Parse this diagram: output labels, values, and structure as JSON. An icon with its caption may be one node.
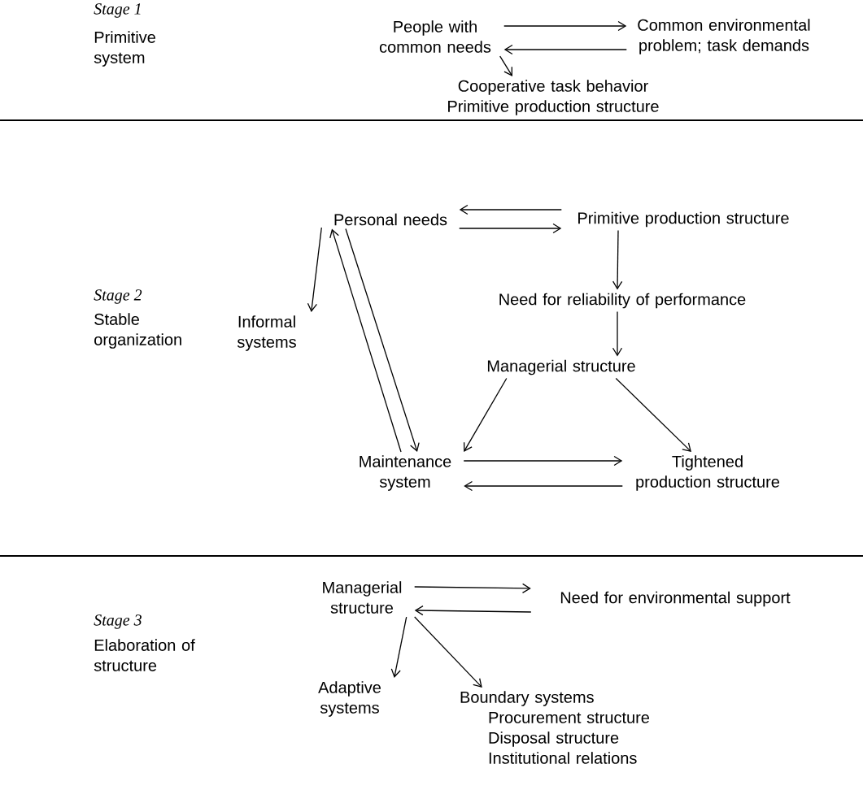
{
  "diagram": {
    "nodes": [
      {
        "text": [
          "People with common needs"
        ]
      },
      {
        "text": [
          "Common environmental problem; task demands"
        ]
      },
      {
        "text": [
          "Cooperative task behavior",
          "Primitive production structure"
        ]
      },
      {
        "text": [
          "Personal needs"
        ]
      },
      {
        "text": [
          "Primitive production structure"
        ]
      },
      {
        "text": [
          "Informal systems"
        ]
      },
      {
        "text": [
          "Need for reliability of performance"
        ]
      },
      {
        "text": [
          "Managerial structure"
        ]
      },
      {
        "text": [
          "Maintenance system"
        ]
      },
      {
        "text": [
          "Tightened production structure"
        ]
      },
      {
        "text": [
          "Managerial structure"
        ]
      },
      {
        "text": [
          "Need for environmental support"
        ]
      },
      {
        "text": [
          "Adaptive systems"
        ]
      },
      {
        "text": [
          "Boundary systems",
          "Procurement structure",
          "Disposal structure",
          "Institutional relations"
        ]
      }
    ],
    "edges": [
      {
        "from": 0,
        "to": 1,
        "arrow": "to"
      },
      {
        "from": 1,
        "to": 0,
        "arrow": "to"
      },
      {
        "from": 0,
        "to": 2,
        "arrow": "to"
      },
      {
        "from": 4,
        "to": 3,
        "arrow": "to"
      },
      {
        "from": 3,
        "to": 4,
        "arrow": "to"
      },
      {
        "from": 3,
        "to": 5,
        "arrow": "to"
      },
      {
        "from": 3,
        "to": 8,
        "arrow": "to"
      },
      {
        "from": 8,
        "to": 3,
        "arrow": "to"
      },
      {
        "from": 4,
        "to": 6,
        "arrow": "to"
      },
      {
        "from": 6,
        "to": 7,
        "arrow": "to"
      },
      {
        "from": 7,
        "to": 8,
        "arrow": "to"
      },
      {
        "from": 7,
        "to": 9,
        "arrow": "to"
      },
      {
        "from": 8,
        "to": 9,
        "arrow": "to"
      },
      {
        "from": 9,
        "to": 8,
        "arrow": "to"
      },
      {
        "from": 10,
        "to": 11,
        "arrow": "to"
      },
      {
        "from": 11,
        "to": 10,
        "arrow": "to"
      },
      {
        "from": 10,
        "to": 12,
        "arrow": "to"
      },
      {
        "from": 10,
        "to": 13,
        "arrow": "to"
      }
    ],
    "labels": [
      "Stage 1",
      "Primitive system",
      "Stage 2",
      "Stable organization",
      "Stage 3",
      "Elaboration of structure"
    ]
  }
}
